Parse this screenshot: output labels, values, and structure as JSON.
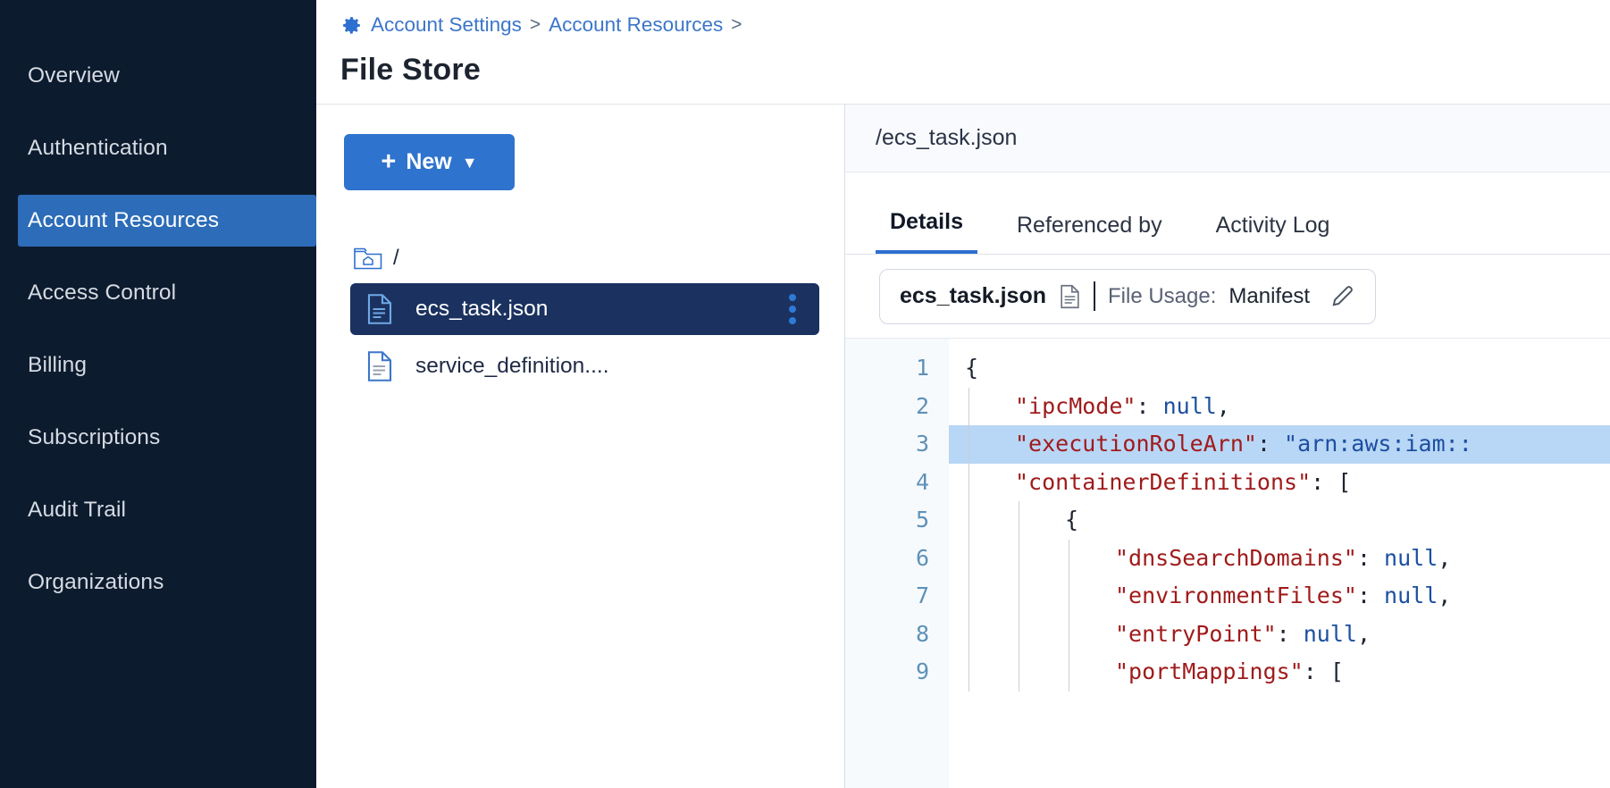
{
  "sidebar": {
    "items": [
      {
        "label": "Overview",
        "active": false
      },
      {
        "label": "Authentication",
        "active": false
      },
      {
        "label": "Account Resources",
        "active": true
      },
      {
        "label": "Access Control",
        "active": false
      },
      {
        "label": "Billing",
        "active": false
      },
      {
        "label": "Subscriptions",
        "active": false
      },
      {
        "label": "Audit Trail",
        "active": false
      },
      {
        "label": "Organizations",
        "active": false
      }
    ],
    "active_bg": "#2c6cb8",
    "bg": "#0d1b2e"
  },
  "header": {
    "breadcrumb": {
      "icon": "gear-icon",
      "items": [
        {
          "label": "Account Settings"
        },
        {
          "label": "Account Resources"
        }
      ],
      "separator": ">",
      "trailing_separator": ">",
      "link_color": "#3b76c9"
    },
    "title": "File Store"
  },
  "tree_panel": {
    "new_button": {
      "plus": "+",
      "label": "New",
      "caret": "⌄"
    },
    "root": {
      "icon": "folder-home-icon",
      "label": "/"
    },
    "files": [
      {
        "name": "ecs_task.json",
        "icon": "file-json-icon",
        "selected": true,
        "menu_icon": "kebab-menu-icon"
      },
      {
        "name": "service_definition....",
        "icon": "file-json-icon",
        "selected": false
      }
    ]
  },
  "detail_panel": {
    "path": "/ecs_task.json",
    "tabs": [
      {
        "label": "Details",
        "active": true
      },
      {
        "label": "Referenced by",
        "active": false
      },
      {
        "label": "Activity Log",
        "active": false
      }
    ],
    "usage_chip": {
      "file_name": "ecs_task.json",
      "file_icon": "document-icon",
      "label": "File Usage:",
      "value": "Manifest",
      "edit_icon": "pencil-icon"
    },
    "editor": {
      "line_numbers": [
        "1",
        "2",
        "3",
        "4",
        "5",
        "6",
        "7",
        "8",
        "9"
      ],
      "highlighted_line": 3,
      "lines": [
        {
          "n": 1,
          "indent": 0,
          "tokens": [
            {
              "t": "{",
              "c": "p"
            }
          ]
        },
        {
          "n": 2,
          "indent": 1,
          "tokens": [
            {
              "t": "\"ipcMode\"",
              "c": "k"
            },
            {
              "t": ": ",
              "c": "p"
            },
            {
              "t": "null",
              "c": "v"
            },
            {
              "t": ",",
              "c": "p"
            }
          ]
        },
        {
          "n": 3,
          "indent": 1,
          "tokens": [
            {
              "t": "\"executionRoleArn\"",
              "c": "k"
            },
            {
              "t": ": ",
              "c": "p"
            },
            {
              "t": "\"arn:aws:iam::",
              "c": "v"
            }
          ]
        },
        {
          "n": 4,
          "indent": 1,
          "tokens": [
            {
              "t": "\"containerDefinitions\"",
              "c": "k"
            },
            {
              "t": ": [",
              "c": "p"
            }
          ]
        },
        {
          "n": 5,
          "indent": 2,
          "tokens": [
            {
              "t": "{",
              "c": "p"
            }
          ]
        },
        {
          "n": 6,
          "indent": 3,
          "tokens": [
            {
              "t": "\"dnsSearchDomains\"",
              "c": "k"
            },
            {
              "t": ": ",
              "c": "p"
            },
            {
              "t": "null",
              "c": "v"
            },
            {
              "t": ",",
              "c": "p"
            }
          ]
        },
        {
          "n": 7,
          "indent": 3,
          "tokens": [
            {
              "t": "\"environmentFiles\"",
              "c": "k"
            },
            {
              "t": ": ",
              "c": "p"
            },
            {
              "t": "null",
              "c": "v"
            },
            {
              "t": ",",
              "c": "p"
            }
          ]
        },
        {
          "n": 8,
          "indent": 3,
          "tokens": [
            {
              "t": "\"entryPoint\"",
              "c": "k"
            },
            {
              "t": ": ",
              "c": "p"
            },
            {
              "t": "null",
              "c": "v"
            },
            {
              "t": ",",
              "c": "p"
            }
          ]
        },
        {
          "n": 9,
          "indent": 3,
          "tokens": [
            {
              "t": "\"portMappings\"",
              "c": "k"
            },
            {
              "t": ": [",
              "c": "p"
            }
          ]
        }
      ],
      "key_color": "#a01b1b",
      "value_color": "#1c4fa0",
      "gutter_color": "#5e92b8",
      "highlight_color": "#b8d6f5"
    }
  }
}
